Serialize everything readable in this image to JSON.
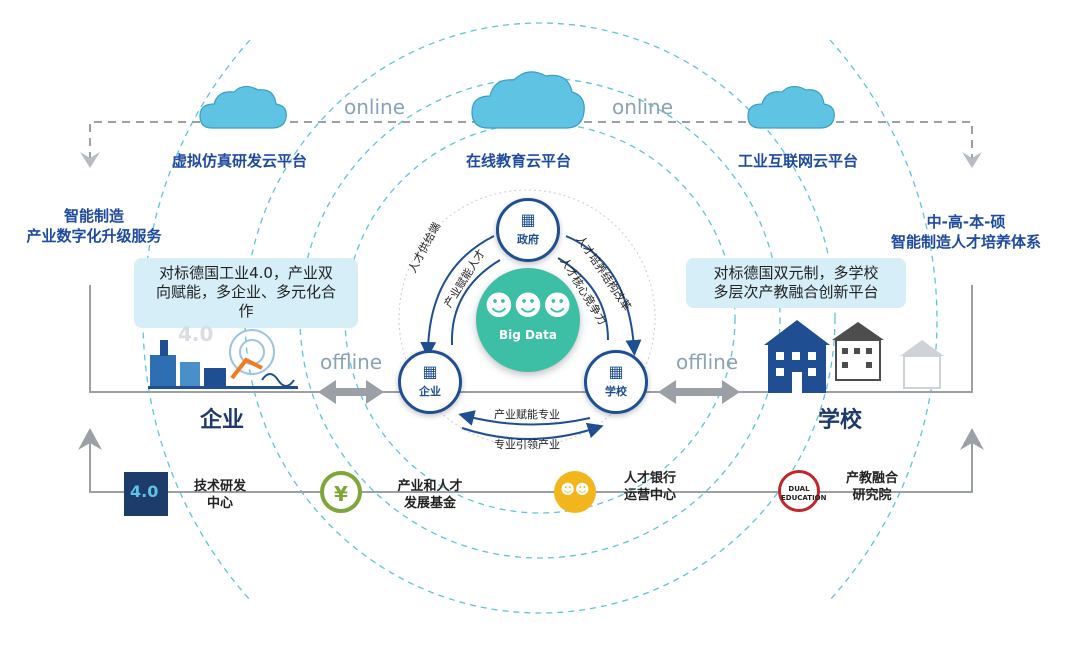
{
  "top": {
    "online_left": "online",
    "online_right": "online",
    "cloud_left": "虚拟仿真研发云平台",
    "cloud_center": "在线教育云平台",
    "cloud_right": "工业互联网云平台"
  },
  "left": {
    "heading_line1": "智能制造",
    "heading_line2": "产业数字化升级服务",
    "callout_line1": "对标德国工业4.0，产业双",
    "callout_line2": "向赋能，多企业、多元化合",
    "callout_line3": "作",
    "factory_badge": "4.0",
    "title": "企业",
    "offline": "offline"
  },
  "right": {
    "heading_line1": "中-高-本-硕",
    "heading_line2": "智能制造人才培养体系",
    "callout_line1": "对标德国双元制，多学校",
    "callout_line2": "多层次产教融合创新平台",
    "title": "学校",
    "offline": "offline"
  },
  "center": {
    "hub_label": "Big Data",
    "node_gov": "政府",
    "node_ent": "企业",
    "node_sch": "学校",
    "arc_left_outer": "人才供给端",
    "arc_left_inner": "产业赋能人才",
    "arc_right_outer": "人才培养结构改革",
    "arc_right_inner": "人才核心竞争力",
    "arc_bottom_inner": "产业赋能专业",
    "arc_bottom_outer": "专业引领产业"
  },
  "bottom": {
    "item1_badge": "4.0",
    "item1_line1": "技术研发",
    "item1_line2": "中心",
    "item2_badge": "¥",
    "item2_line1": "产业和人才",
    "item2_line2": "发展基金",
    "item3_line1": "人才银行",
    "item3_line2": "运营中心",
    "item4_badge_line1": "DUAL",
    "item4_badge_line2": "EDUCATION",
    "item4_line1": "产教融合",
    "item4_line2": "研究院"
  },
  "colors": {
    "navy": "#1f4e92",
    "teal": "#3cbfa4",
    "dashed_circle": "#5cc4dc",
    "arrow_grey": "#9aa0a6",
    "callout_bg": "#d6eef8",
    "fund_green": "#7ea63a",
    "bank_yellow": "#f2b51c",
    "dual_red": "#c0282d"
  },
  "icons": {
    "cloud": "cloud-icon",
    "building": "building-icon",
    "people": "people-group-icon",
    "yuan": "yuan-icon",
    "school": "school-building-icon",
    "factory": "factory-icon"
  }
}
